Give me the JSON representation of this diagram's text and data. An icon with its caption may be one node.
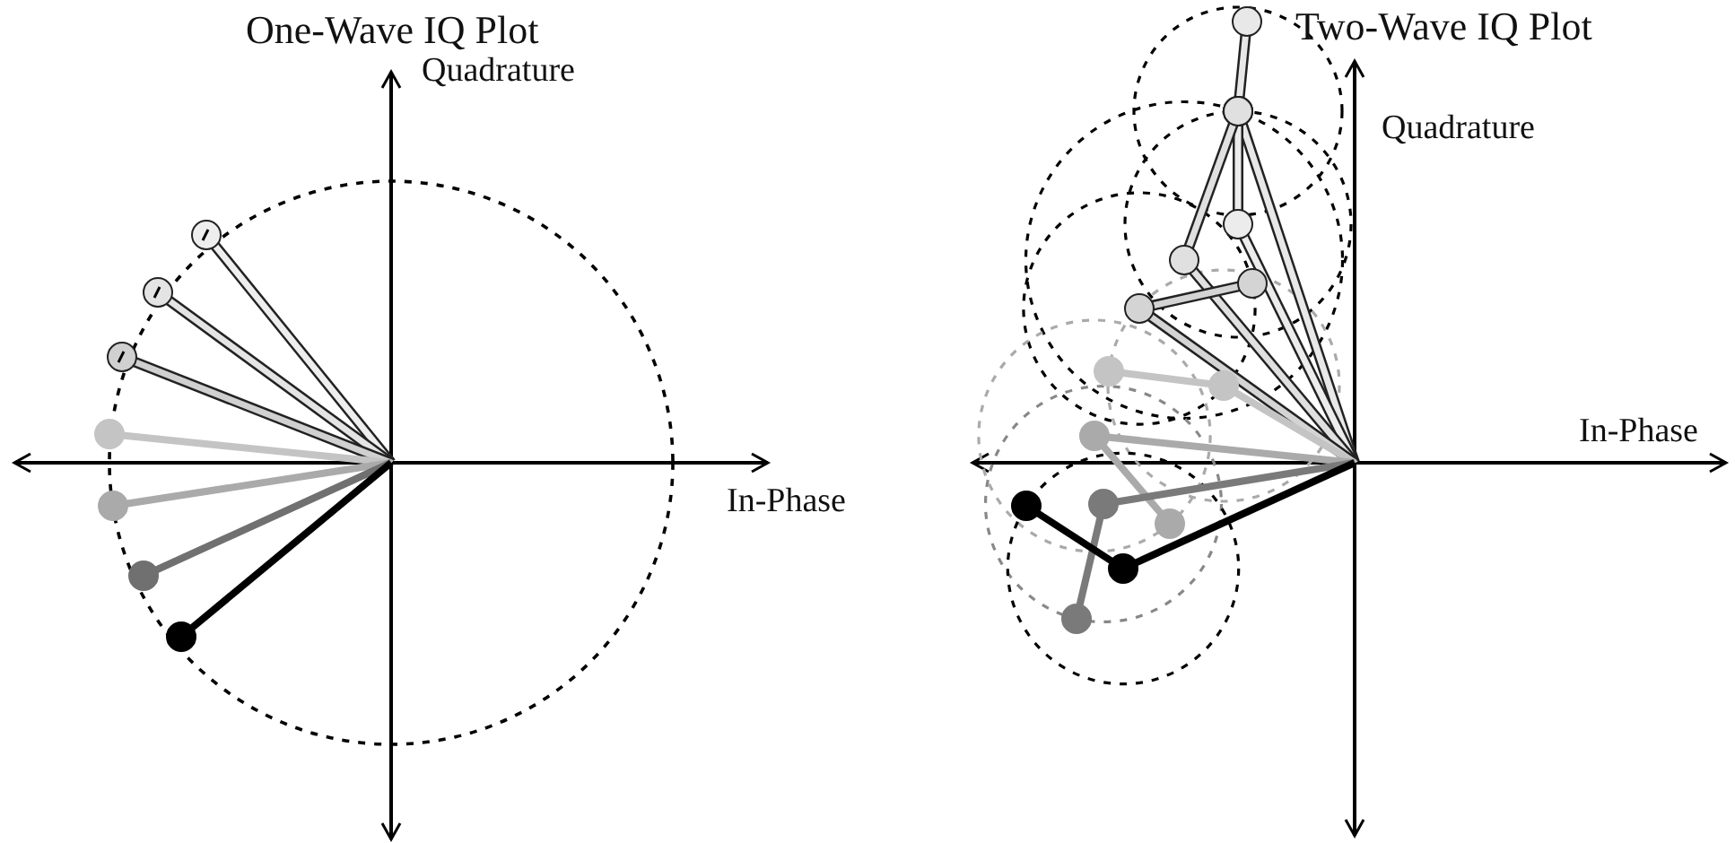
{
  "diagram": {
    "labels": [
      "One-Wave IQ Plot",
      "Two-Wave IQ Plot",
      "Quadrature",
      "Quadrature",
      "In-Phase",
      "In-Phase"
    ]
  }
}
